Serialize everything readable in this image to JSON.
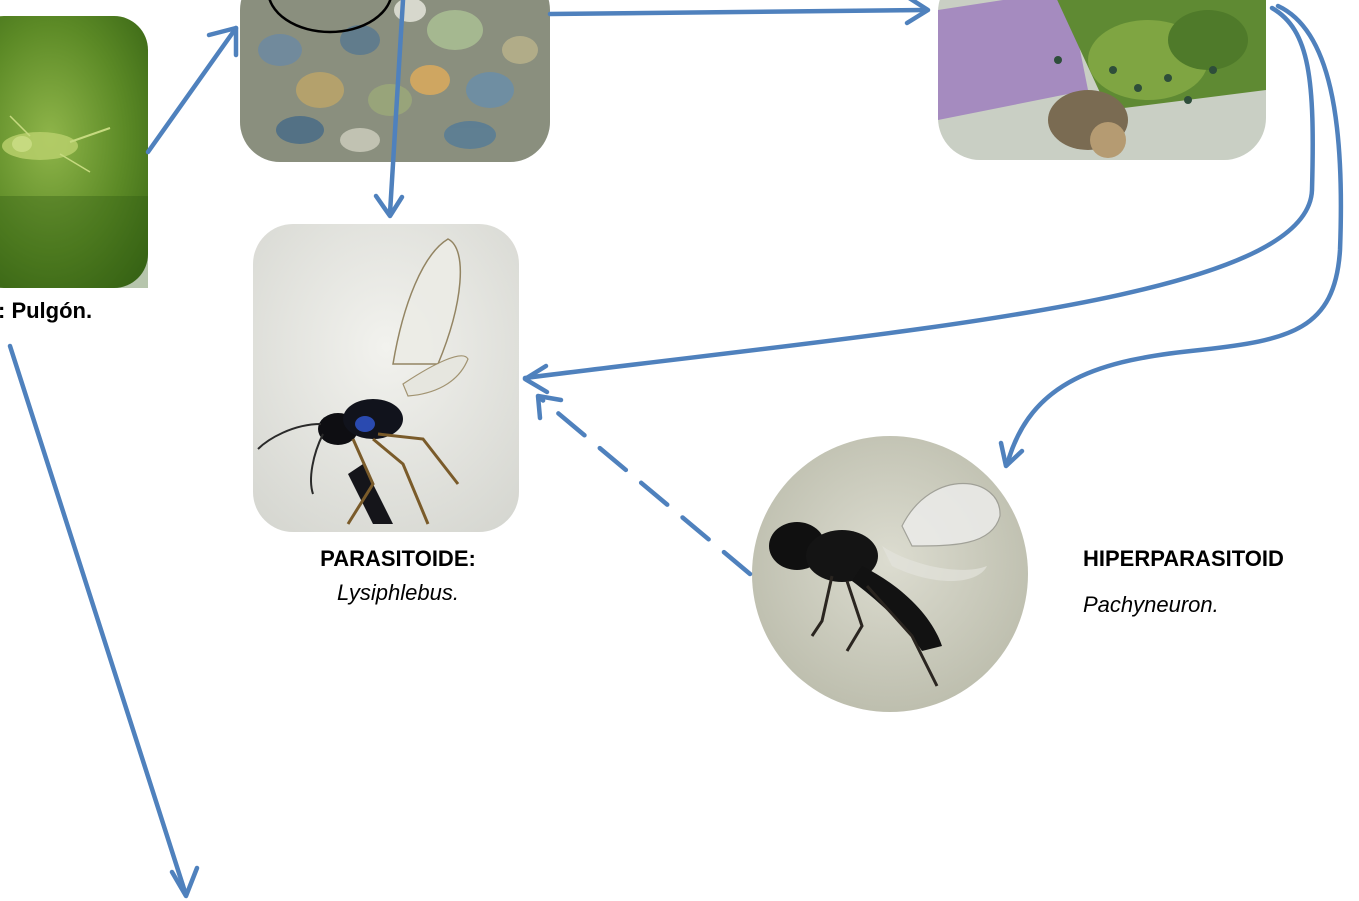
{
  "labels": {
    "aphid": {
      "title": ": Pulgón."
    },
    "parasitoid": {
      "title": "PARASITOIDE:",
      "genus": "Lysiphlebus."
    },
    "hyperparasitoid": {
      "title": "HIPERPARASITOID",
      "genus": "Pachyneuron."
    }
  },
  "colors": {
    "arrow": "#4f81bd",
    "leaf": "#5f8a2a",
    "wasp": "#1a1a1a"
  }
}
